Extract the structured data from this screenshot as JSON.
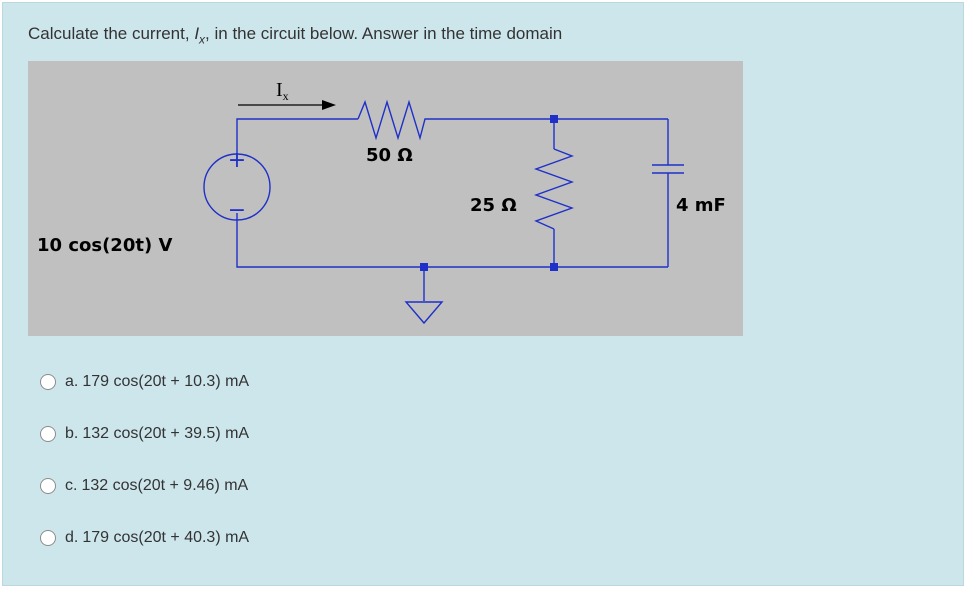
{
  "question": {
    "text_before": "Calculate the current, ",
    "var": "I",
    "sub": "x",
    "text_after": ", in the circuit below. Answer in the time domain"
  },
  "circuit": {
    "current_label": "Ix",
    "current_label_main": "I",
    "current_label_sub": "x",
    "source_label": "10 cos(20t) V",
    "source_plus": "+",
    "source_minus": "−",
    "resistor1_label": "50 Ω",
    "resistor2_label": "25 Ω",
    "capacitor_label": "4 mF",
    "colors": {
      "background": "#c0c0c0",
      "wire": "#1f30c8",
      "node": "#1f30c8"
    }
  },
  "options": [
    {
      "letter": "a.",
      "text": "179 cos(20t + 10.3) mA"
    },
    {
      "letter": "b.",
      "text": "132 cos(20t + 39.5) mA"
    },
    {
      "letter": "c.",
      "text": "132 cos(20t + 9.46) mA"
    },
    {
      "letter": "d.",
      "text": "179 cos(20t + 40.3) mA"
    }
  ]
}
